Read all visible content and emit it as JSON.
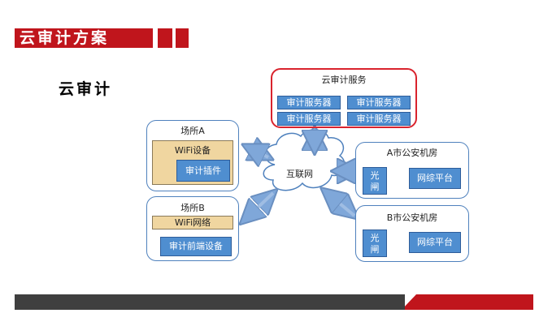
{
  "slide": {
    "title": "云审计方案",
    "subtitle": "云审计"
  },
  "cloud_service": {
    "title": "云审计服务",
    "servers": [
      "审计服务器",
      "审计服务器",
      "审计服务器",
      "审计服务器"
    ]
  },
  "internet": {
    "label": "互联网"
  },
  "site_a": {
    "title": "场所A",
    "wifi": "WiFi设备",
    "plugin": "审计插件"
  },
  "site_b": {
    "title": "场所B",
    "wifi": "WiFi网络",
    "frontend": "审计前端设备"
  },
  "police_a": {
    "title": "A市公安机房",
    "gate": "光\n闸",
    "platform": "网综平台"
  },
  "police_b": {
    "title": "B市公安机房",
    "gate": "光\n闸",
    "platform": "网综平台"
  },
  "colors": {
    "accent_red": "#c0151c",
    "box_blue": "#4f8ed0",
    "border_blue": "#4f81bd",
    "tan": "#f0d6a0"
  }
}
